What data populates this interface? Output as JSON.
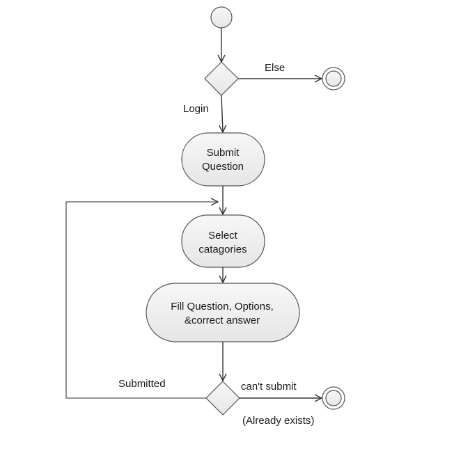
{
  "nodes": {
    "submit_question": [
      "Submit",
      "Question"
    ],
    "select_categories": [
      "Select",
      "catagories"
    ],
    "fill_question": [
      "Fill Question, Options,",
      "&correct answer"
    ]
  },
  "edge_labels": {
    "else": "Else",
    "login": "Login",
    "submitted": "Submitted",
    "cant_submit": "can't submit",
    "already_exists": "(Already exists)"
  }
}
